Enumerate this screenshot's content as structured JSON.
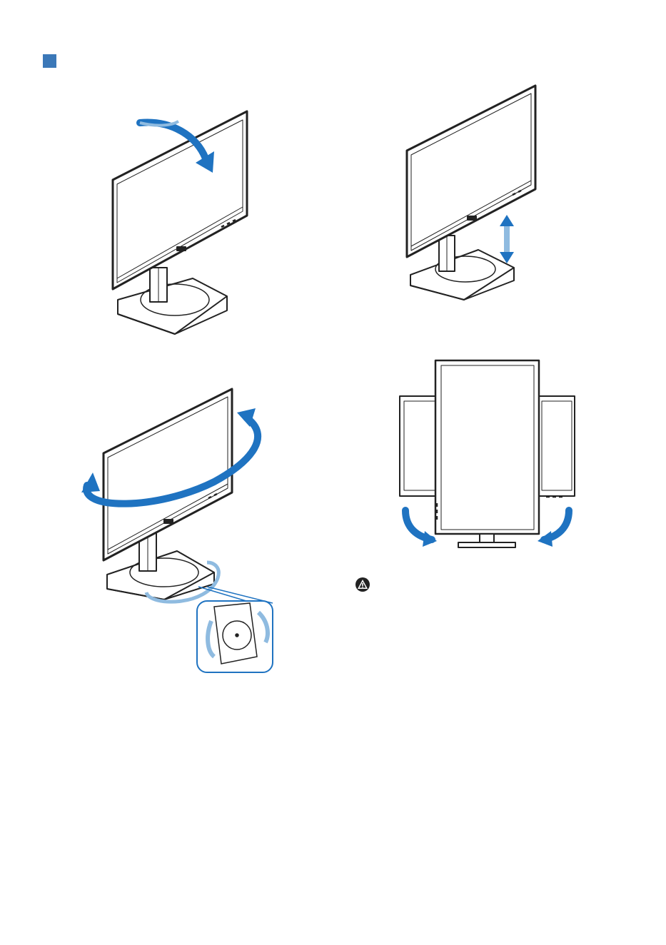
{
  "colors": {
    "section_marker": "#3b78b8",
    "arrow_blue": "#1f73c1",
    "arrow_light_blue": "#8fbbe0",
    "line": "#222222"
  },
  "icons": {
    "section_marker": "square-bullet-icon",
    "warning": "warning-triangle-icon"
  },
  "figures": [
    {
      "name": "tilt",
      "description": ""
    },
    {
      "name": "height-adjustment",
      "description": ""
    },
    {
      "name": "swivel",
      "description": ""
    },
    {
      "name": "pivot",
      "description": ""
    }
  ]
}
